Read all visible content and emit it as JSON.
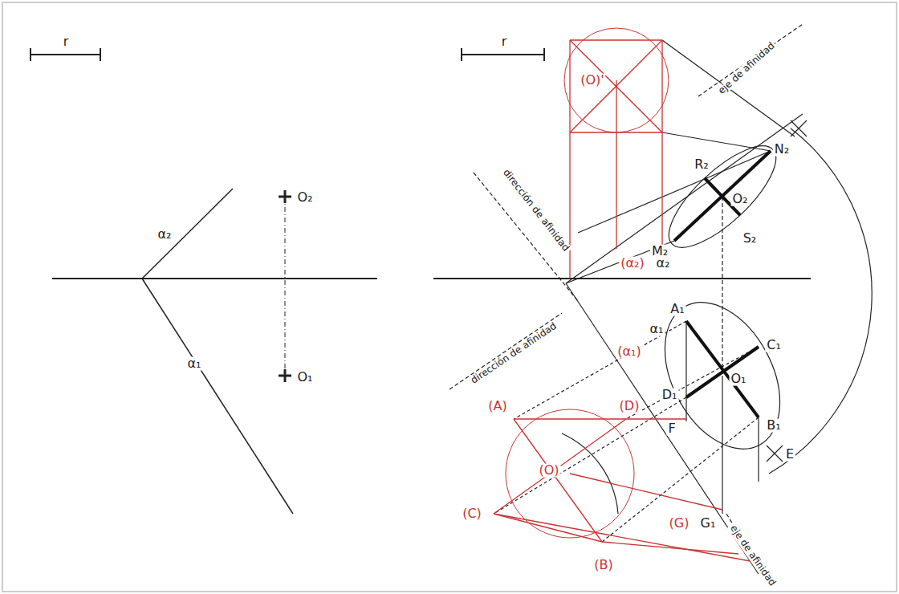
{
  "diagram": {
    "labels": [
      "r",
      "α₂",
      "α₁",
      "O₂",
      "O₁",
      "r",
      "(O)'",
      "eje de afinidad",
      "dirección de afinidad",
      "(α₂)",
      "α₂",
      "R₂",
      "N₂",
      "O₂",
      "S₂",
      "M₂",
      "A₁",
      "C₁",
      "O₁",
      "D₁",
      "B₁",
      "E",
      "α₁",
      "(α₁)",
      "dirección de afinidad",
      "(A)",
      "(D)",
      "F",
      "(O)",
      "(C)",
      "(B)",
      "(G)",
      "G₁",
      "eje de afinidad"
    ]
  }
}
